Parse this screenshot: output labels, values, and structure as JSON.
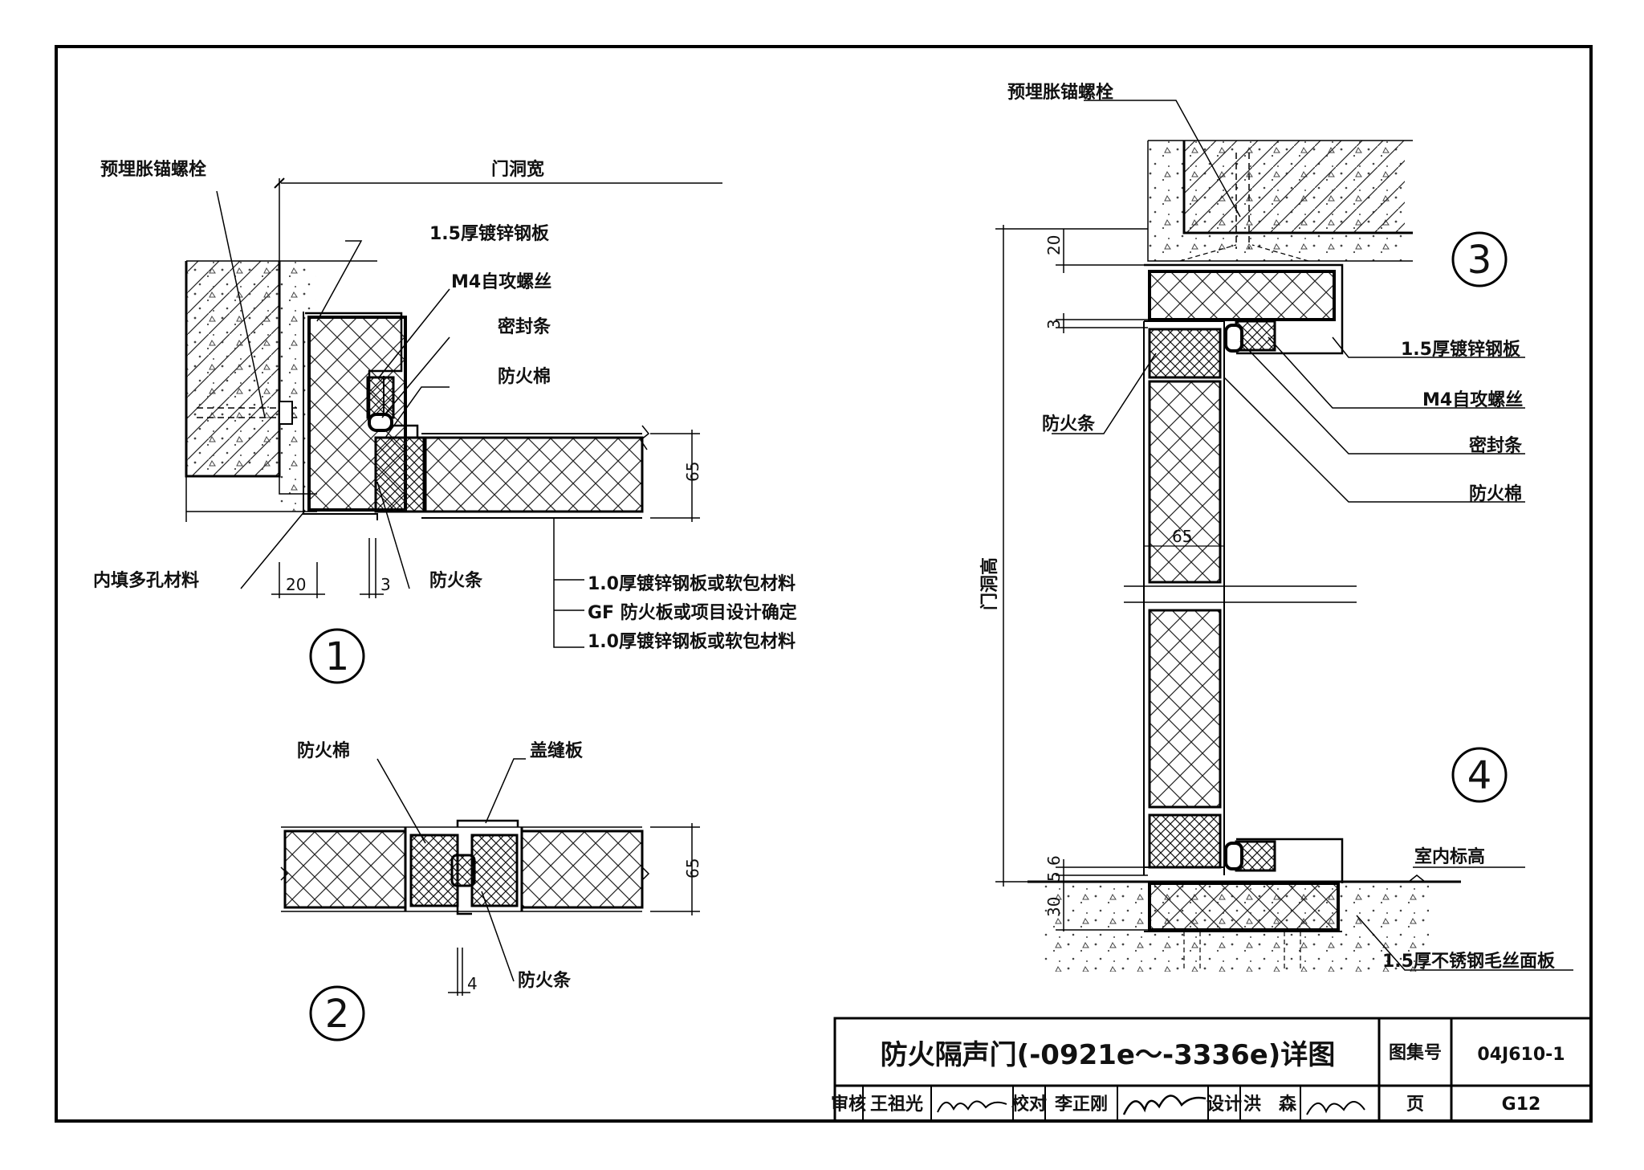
{
  "details": {
    "d1": {
      "number": "1",
      "labels": {
        "anchor_bolt": "预埋胀锚螺栓",
        "opening_width": "门洞宽",
        "steel_plate": "1.5厚镀锌钢板",
        "screw": "M4自攻螺丝",
        "seal": "密封条",
        "fire_cotton": "防火棉",
        "porous_fill": "内填多孔材料",
        "fire_strip": "防火条",
        "layer1": "1.0厚镀锌钢板或软包材料",
        "layer2": "GF 防火板或项目设计确定",
        "layer3": "1.0厚镀锌钢板或软包材料"
      },
      "dims": {
        "thickness": "65",
        "gap20": "20",
        "gap3": "3"
      }
    },
    "d2": {
      "number": "2",
      "labels": {
        "fire_cotton": "防火棉",
        "cover_plate": "盖缝板",
        "fire_strip": "防火条"
      },
      "dims": {
        "thickness": "65",
        "gap4": "4"
      }
    },
    "d3": {
      "number": "3",
      "labels": {
        "anchor_bolt": "预埋胀锚螺栓",
        "steel_plate": "1.5厚镀锌钢板",
        "screw": "M4自攻螺丝",
        "seal": "密封条",
        "fire_cotton": "防火棉",
        "fire_strip": "防火条",
        "opening_height": "门洞高"
      },
      "dims": {
        "top20": "20",
        "gap3": "3",
        "width65": "65"
      }
    },
    "d4": {
      "number": "4",
      "labels": {
        "floor_level": "室内标高",
        "stainless_plate": "1.5厚不锈钢毛丝面板"
      },
      "dims": {
        "d5": "5",
        "d6": "6",
        "d30": "30"
      }
    }
  },
  "title_block": {
    "title": "防火隔声门(-0921e～-3336e)详图",
    "atlas_label": "图集号",
    "atlas_no": "04J610-1",
    "page_label": "页",
    "page_no": "G12",
    "review_label": "审核",
    "reviewer": "王祖光",
    "check_label": "校对",
    "checker": "李正刚",
    "design_label": "设计",
    "designer": "洪　森"
  }
}
